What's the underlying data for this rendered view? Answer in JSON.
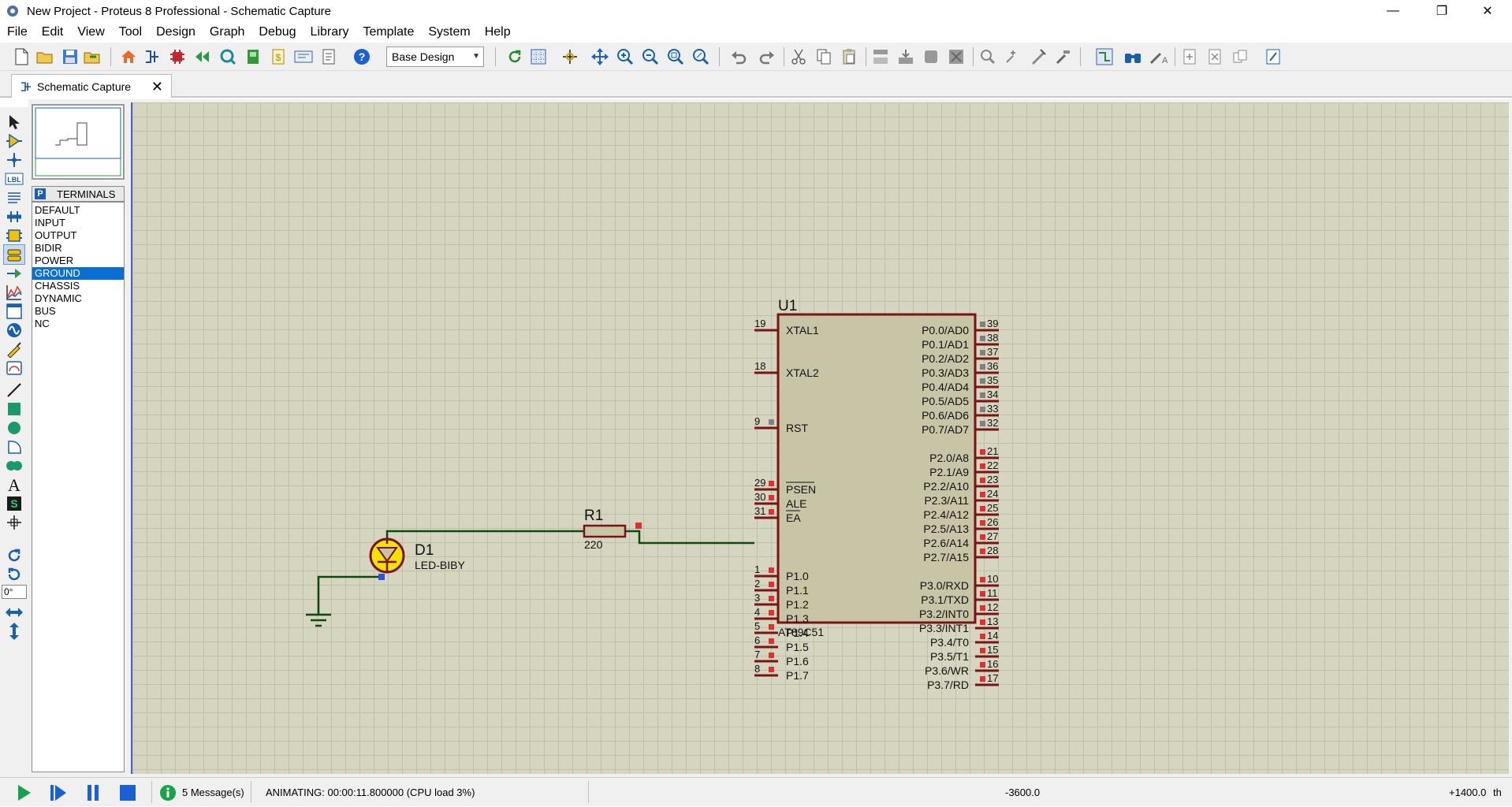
{
  "window": {
    "title": "New Project - Proteus 8 Professional - Schematic Capture",
    "minimize": "—",
    "maximize": "❐",
    "close": "✕"
  },
  "menu": [
    "File",
    "Edit",
    "View",
    "Tool",
    "Design",
    "Graph",
    "Debug",
    "Library",
    "Template",
    "System",
    "Help"
  ],
  "toolbar": {
    "design_variant": "Base Design"
  },
  "tab": {
    "label": "Schematic Capture"
  },
  "panel": {
    "mode_button": "P",
    "header": "TERMINALS",
    "items": [
      "DEFAULT",
      "INPUT",
      "OUTPUT",
      "BIDIR",
      "POWER",
      "GROUND",
      "CHASSIS",
      "DYNAMIC",
      "BUS",
      "NC"
    ],
    "selected": "GROUND"
  },
  "rotation": {
    "value": "0°"
  },
  "schematic": {
    "u1": {
      "ref": "U1",
      "part": "AT89C51",
      "left_pins": [
        {
          "num": "19",
          "name": "XTAL1"
        },
        {
          "num": "18",
          "name": "XTAL2"
        },
        {
          "num": "9",
          "name": "RST"
        },
        {
          "num": "29",
          "name": "PSEN"
        },
        {
          "num": "30",
          "name": "ALE"
        },
        {
          "num": "31",
          "name": "EA"
        },
        {
          "num": "1",
          "name": "P1.0"
        },
        {
          "num": "2",
          "name": "P1.1"
        },
        {
          "num": "3",
          "name": "P1.2"
        },
        {
          "num": "4",
          "name": "P1.3"
        },
        {
          "num": "5",
          "name": "P1.4"
        },
        {
          "num": "6",
          "name": "P1.5"
        },
        {
          "num": "7",
          "name": "P1.6"
        },
        {
          "num": "8",
          "name": "P1.7"
        }
      ],
      "right_pins": [
        {
          "num": "39",
          "name": "P0.0/AD0"
        },
        {
          "num": "38",
          "name": "P0.1/AD1"
        },
        {
          "num": "37",
          "name": "P0.2/AD2"
        },
        {
          "num": "36",
          "name": "P0.3/AD3"
        },
        {
          "num": "35",
          "name": "P0.4/AD4"
        },
        {
          "num": "34",
          "name": "P0.5/AD5"
        },
        {
          "num": "33",
          "name": "P0.6/AD6"
        },
        {
          "num": "32",
          "name": "P0.7/AD7"
        },
        {
          "num": "21",
          "name": "P2.0/A8"
        },
        {
          "num": "22",
          "name": "P2.1/A9"
        },
        {
          "num": "23",
          "name": "P2.2/A10"
        },
        {
          "num": "24",
          "name": "P2.3/A11"
        },
        {
          "num": "25",
          "name": "P2.4/A12"
        },
        {
          "num": "26",
          "name": "P2.5/A13"
        },
        {
          "num": "27",
          "name": "P2.6/A14"
        },
        {
          "num": "28",
          "name": "P2.7/A15"
        },
        {
          "num": "10",
          "name": "P3.0/RXD"
        },
        {
          "num": "11",
          "name": "P3.1/TXD"
        },
        {
          "num": "12",
          "name": "P3.2/INT0"
        },
        {
          "num": "13",
          "name": "P3.3/INT1"
        },
        {
          "num": "14",
          "name": "P3.4/T0"
        },
        {
          "num": "15",
          "name": "P3.5/T1"
        },
        {
          "num": "16",
          "name": "P3.6/WR"
        },
        {
          "num": "17",
          "name": "P3.7/RD"
        }
      ]
    },
    "r1": {
      "ref": "R1",
      "value": "220"
    },
    "d1": {
      "ref": "D1",
      "part": "LED-BIBY"
    }
  },
  "status": {
    "messages": "5 Message(s)",
    "animation": "ANIMATING: 00:00:11.800000 (CPU load 3%)",
    "coord_x": "-3600.0",
    "coord_y": "+1400.0",
    "unit": "th"
  }
}
